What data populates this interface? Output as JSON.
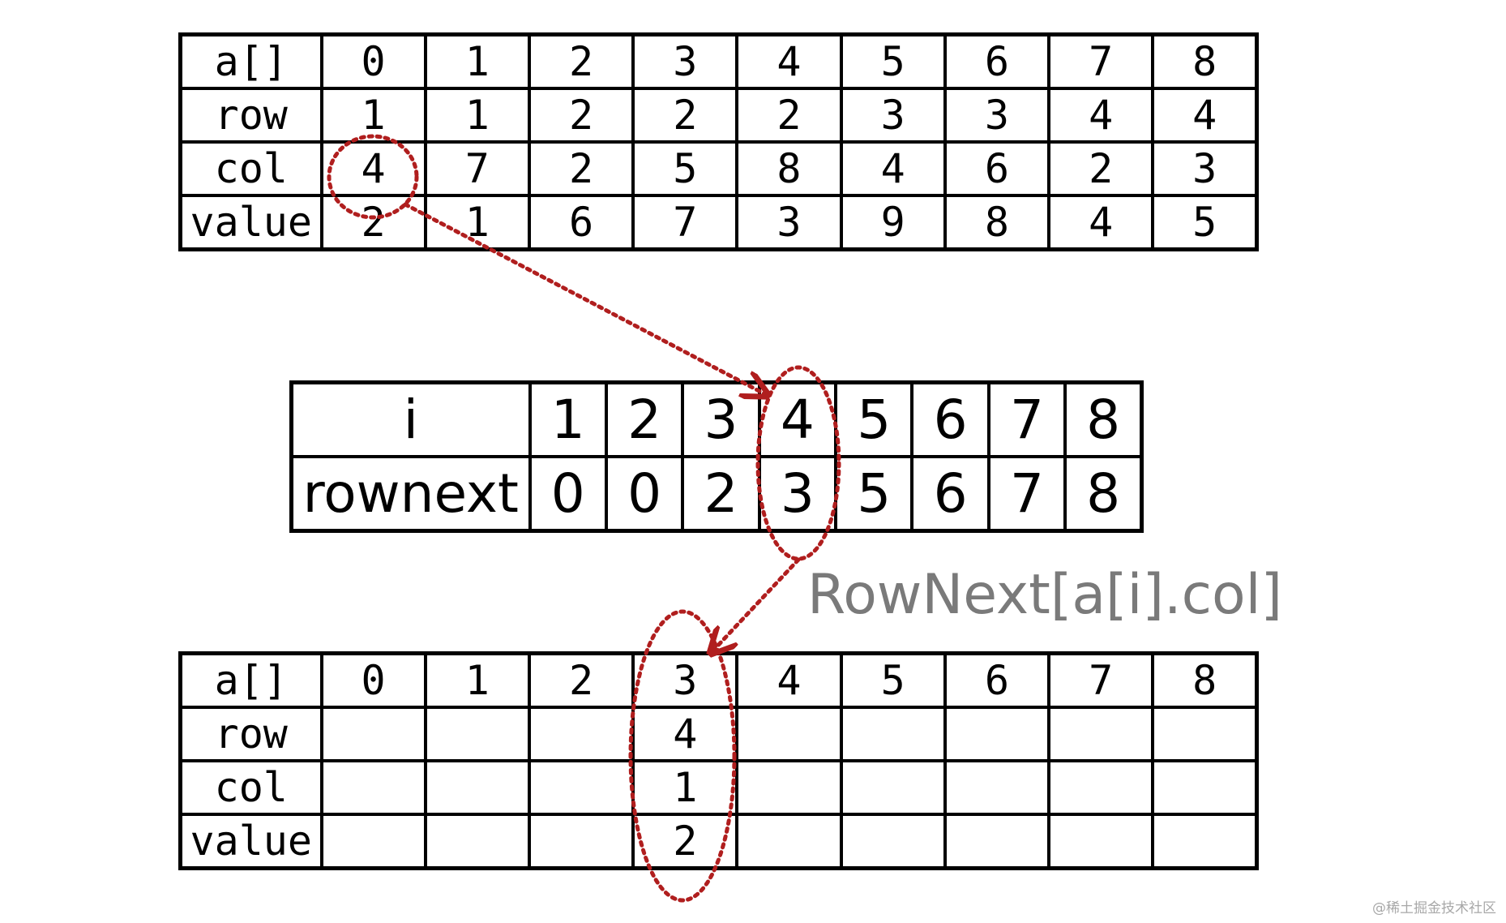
{
  "top_table": {
    "rows": [
      [
        "a[]",
        "0",
        "1",
        "2",
        "3",
        "4",
        "5",
        "6",
        "7",
        "8"
      ],
      [
        "row",
        "1",
        "1",
        "2",
        "2",
        "2",
        "3",
        "3",
        "4",
        "4"
      ],
      [
        "col",
        "4",
        "7",
        "2",
        "5",
        "8",
        "4",
        "6",
        "2",
        "3"
      ],
      [
        "value",
        "2",
        "1",
        "6",
        "7",
        "3",
        "9",
        "8",
        "4",
        "5"
      ]
    ]
  },
  "middle_table": {
    "rows": [
      [
        "i",
        "1",
        "2",
        "3",
        "4",
        "5",
        "6",
        "7",
        "8"
      ],
      [
        "rownext",
        "0",
        "0",
        "2",
        "3",
        "5",
        "6",
        "7",
        "8"
      ]
    ]
  },
  "bottom_table": {
    "rows": [
      [
        "a[]",
        "0",
        "1",
        "2",
        "3",
        "4",
        "5",
        "6",
        "7",
        "8"
      ],
      [
        "row",
        "",
        "",
        "",
        "4",
        "",
        "",
        "",
        "",
        ""
      ],
      [
        "col",
        "",
        "",
        "",
        "1",
        "",
        "",
        "",
        "",
        ""
      ],
      [
        "value",
        "",
        "",
        "",
        "2",
        "",
        "",
        "",
        "",
        ""
      ]
    ]
  },
  "formula_label": "RowNext[a[i].col]",
  "watermark": "@稀土掘金技术社区",
  "colors": {
    "grid": "#000000",
    "annotation": "#b01e1e",
    "formula": "#7a7a7a"
  }
}
